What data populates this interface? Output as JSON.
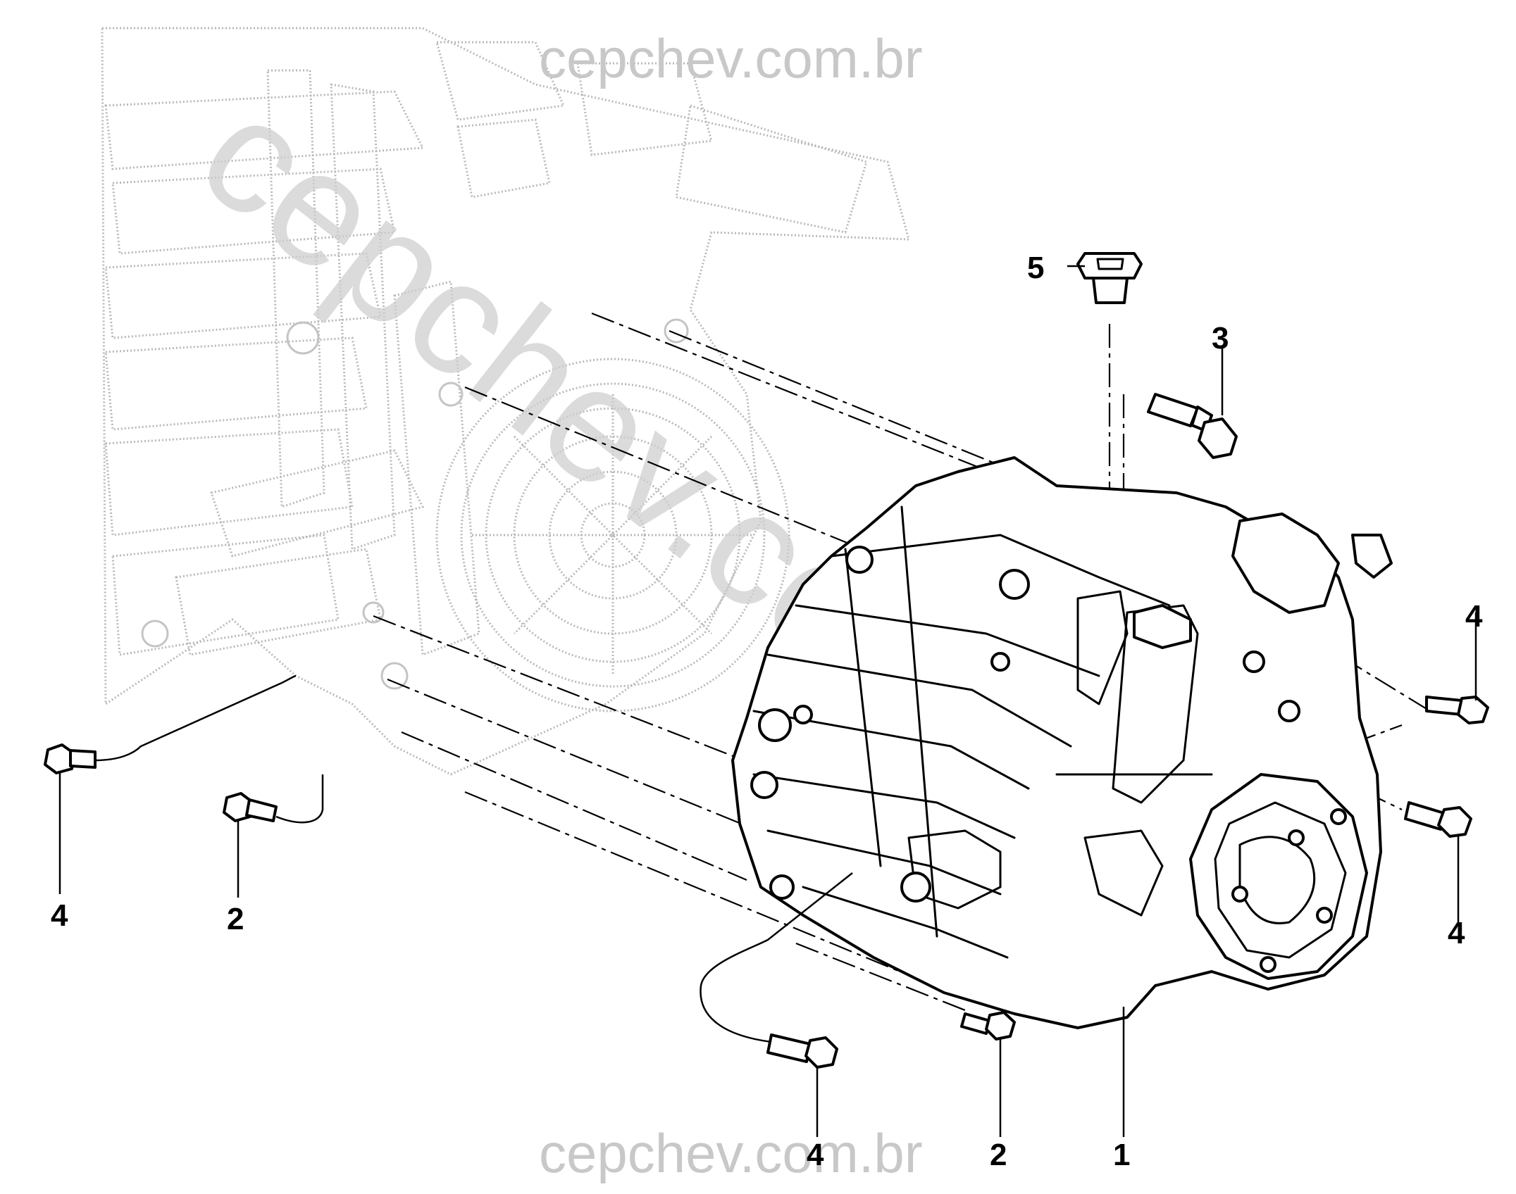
{
  "watermarks": {
    "top": "cepchev.com.br",
    "bottom": "cepchev.com.br",
    "diagonal": "cepchev.com.br"
  },
  "callouts": [
    {
      "id": "c1",
      "number": "1",
      "part": "transmission-housing"
    },
    {
      "id": "c2a",
      "number": "2",
      "part": "bolt"
    },
    {
      "id": "c2b",
      "number": "2",
      "part": "bolt"
    },
    {
      "id": "c3",
      "number": "3",
      "part": "bolt"
    },
    {
      "id": "c4a",
      "number": "4",
      "part": "bolt"
    },
    {
      "id": "c4b",
      "number": "4",
      "part": "bolt"
    },
    {
      "id": "c4c",
      "number": "4",
      "part": "bolt"
    },
    {
      "id": "c4d",
      "number": "4",
      "part": "bolt"
    },
    {
      "id": "c5",
      "number": "5",
      "part": "plug"
    }
  ]
}
